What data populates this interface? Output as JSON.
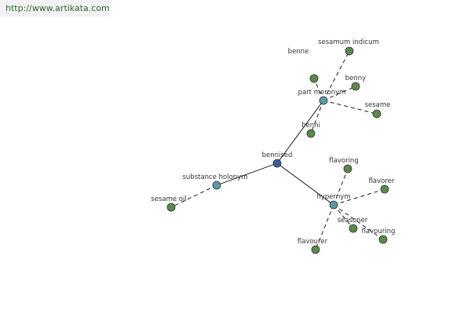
{
  "banner": {
    "url_text": "http://www.artikata.com"
  },
  "colors": {
    "root_node": "#3d5a94",
    "relation_node": "#5a9aa6",
    "term_node": "#5a8a4a",
    "node_stroke": "#333333",
    "edge": "#000000"
  },
  "graph": {
    "root": {
      "id": "root",
      "label": "bennised"
    },
    "relations": [
      {
        "id": "part-meronym",
        "label": "part meronym"
      },
      {
        "id": "substance-holonym",
        "label": "substance holonym"
      },
      {
        "id": "hypernym",
        "label": "hypernym"
      }
    ],
    "terms": [
      {
        "id": "benne",
        "label": "benne",
        "relation": "part-meronym"
      },
      {
        "id": "sesamum-indicum",
        "label": "sesamum indicum",
        "relation": "part-meronym"
      },
      {
        "id": "benny",
        "label": "benny",
        "relation": "part-meronym"
      },
      {
        "id": "sesame",
        "label": "sesame",
        "relation": "part-meronym"
      },
      {
        "id": "benni",
        "label": "benni",
        "relation": "part-meronym"
      },
      {
        "id": "sesame-oil",
        "label": "sesame oil",
        "relation": "substance-holonym"
      },
      {
        "id": "flavoring",
        "label": "flavoring",
        "relation": "hypernym"
      },
      {
        "id": "flavorer",
        "label": "flavorer",
        "relation": "hypernym"
      },
      {
        "id": "seasoner",
        "label": "seasoner",
        "relation": "hypernym"
      },
      {
        "id": "flavouring",
        "label": "flavouring",
        "relation": "hypernym"
      },
      {
        "id": "flavourer",
        "label": "flavourer",
        "relation": "hypernym"
      }
    ]
  }
}
